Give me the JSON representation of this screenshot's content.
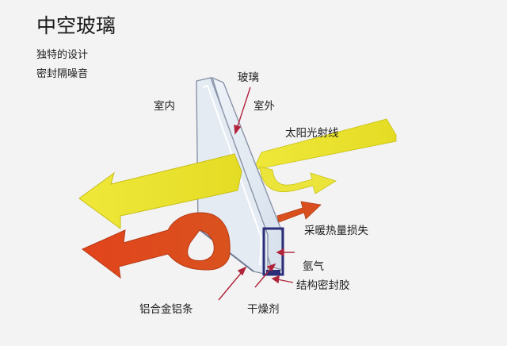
{
  "heading": {
    "title": "中空玻璃",
    "subtitle_line1": "独特的设计",
    "subtitle_line2": "密封隔噪音"
  },
  "labels": {
    "indoor": "室内",
    "outdoor": "室外",
    "glass": "玻璃",
    "sunlight": "太阳光射线",
    "heat_loss": "采暖热量损失",
    "argon": "氩气",
    "structural_sealant": "结构密封胶",
    "aluminum_spacer": "铝合金铝条",
    "desiccant": "干燥剂"
  },
  "colors": {
    "background": "#f3f3f4",
    "glass_fill": "#dce6f0",
    "glass_edge": "#8a94a8",
    "sun_arrow": "#e8e02a",
    "heat_arrow": "#e0461e",
    "pointer": "#b0243c",
    "spacer": "#2a2d78"
  }
}
